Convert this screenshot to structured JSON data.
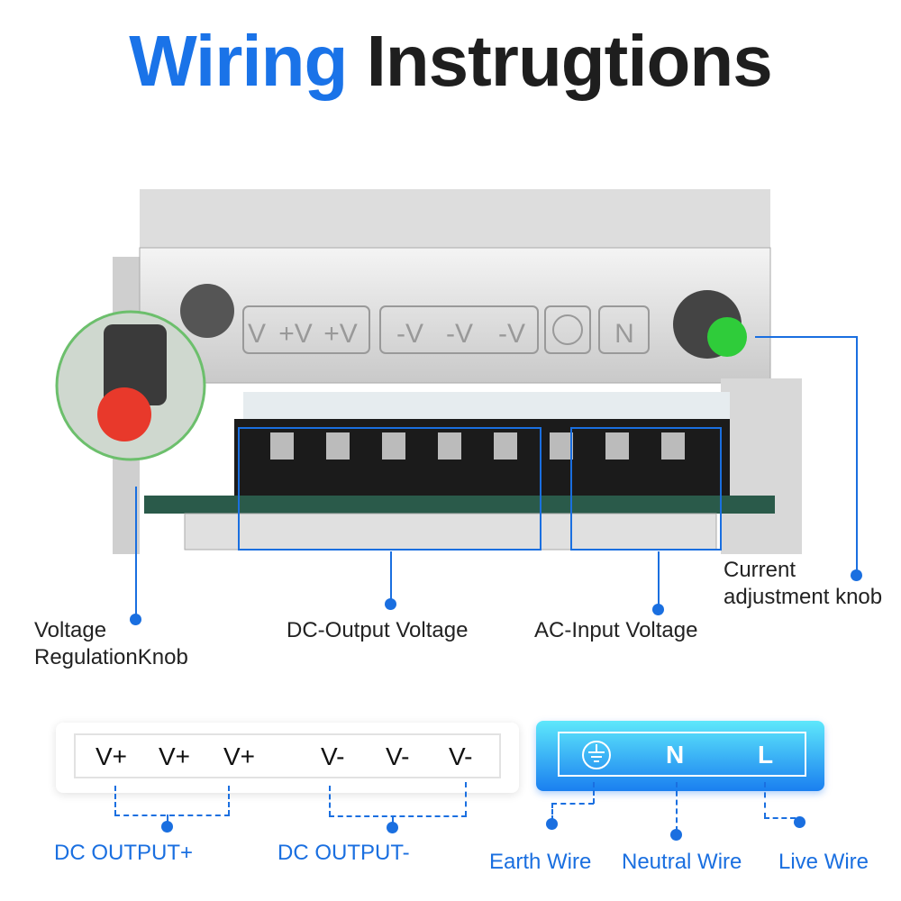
{
  "title": {
    "part1": "Wiring",
    "part2": "Instrugtions"
  },
  "callouts": {
    "voltage_knob": [
      "Voltage",
      "RegulationKnob"
    ],
    "dc_output": "DC-Output Voltage",
    "ac_input": "AC-Input Voltage",
    "current_knob": [
      "Current",
      "adjustment knob"
    ]
  },
  "device": {
    "panel_markings": [
      "V",
      "+V",
      "+V",
      "-V",
      "-V",
      "-V",
      "N"
    ]
  },
  "dc_terminals": {
    "labels": [
      "V+",
      "V+",
      "V+",
      "V-",
      "V-",
      "V-"
    ],
    "group_plus": "DC OUTPUT+",
    "group_minus": "DC OUTPUT-"
  },
  "ac_terminals": {
    "labels": [
      "N",
      "L"
    ],
    "earth_icon": "earth-ground-icon",
    "wires": [
      "Earth Wire",
      "Neutral Wire",
      "Live Wire"
    ]
  },
  "colors": {
    "accent": "#1a6fe0",
    "title_blue": "#1a73e8",
    "voltage_knob": "#e8392b",
    "current_knob": "#2fcc3a"
  }
}
